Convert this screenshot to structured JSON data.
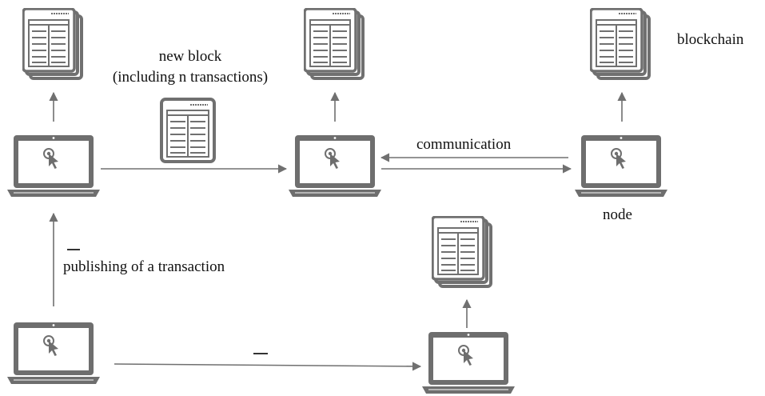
{
  "labels": {
    "new_block": "new block",
    "including": "(including n transactions)",
    "blockchain": "blockchain",
    "communication": "communication",
    "node": "node",
    "publishing": "publishing of a transaction"
  },
  "colors": {
    "stroke": "#707070",
    "device": "#6e6e6e",
    "screen": "#ffffff",
    "text": "#111111"
  }
}
